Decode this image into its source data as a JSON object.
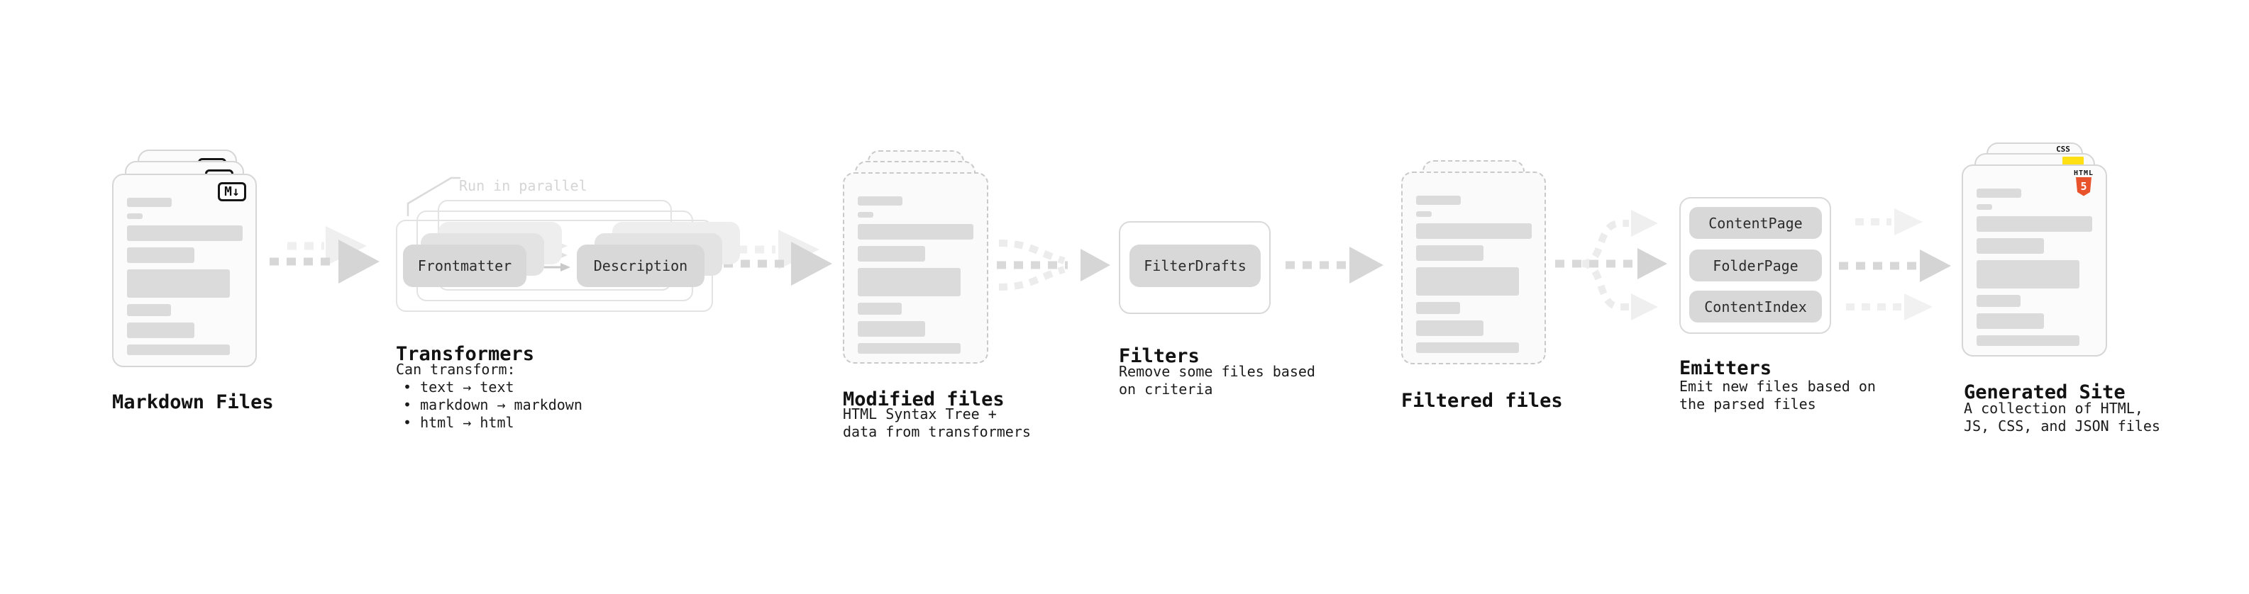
{
  "diagram": {
    "markdown_files": {
      "title": "Markdown Files",
      "badge": "M↓"
    },
    "transformers": {
      "annotation": "Run in parallel",
      "steps": [
        "Frontmatter",
        "Description"
      ],
      "title": "Transformers",
      "desc_heading": "Can transform:",
      "desc_items": [
        "• text → text",
        "• markdown → markdown",
        "• html → html"
      ]
    },
    "modified_files": {
      "title": "Modified files",
      "desc": [
        "HTML Syntax Tree +",
        "data from transformers"
      ]
    },
    "filters": {
      "title": "Filters",
      "button": "FilterDrafts",
      "desc": [
        "Remove some files based",
        "on criteria"
      ]
    },
    "filtered_files": {
      "title": "Filtered files"
    },
    "emitters": {
      "title": "Emitters",
      "buttons": [
        "ContentPage",
        "FolderPage",
        "ContentIndex"
      ],
      "desc": [
        "Emit new files based on",
        "the parsed files"
      ]
    },
    "generated_site": {
      "title": "Generated Site",
      "badges": {
        "css": "CSS",
        "html_label": "HTML",
        "html_number": "5"
      },
      "desc": [
        "A collection of HTML,",
        "JS, CSS, and JSON files"
      ]
    }
  },
  "colors": {
    "css_blue": "#2965f1",
    "js_yellow": "#ffe014",
    "html_orange": "#e8532c",
    "arrow_gray": "#d7d7d7",
    "arrow_faint": "#eeeeee",
    "card_border": "#d6d6d6",
    "bar_gray": "#dbdbdb"
  }
}
